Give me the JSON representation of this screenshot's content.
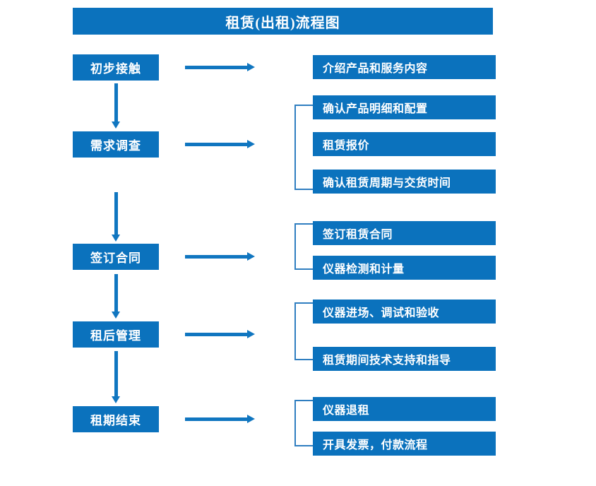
{
  "title": "租赁(出租)流程图",
  "colors": {
    "box_fill": "#0b72bd",
    "arrow": "#1076c0",
    "bracket": "#2f7ec0",
    "box_text": "#ffffff",
    "background": "#ffffff"
  },
  "stages": [
    {
      "label": "初步接触"
    },
    {
      "label": "需求调查"
    },
    {
      "label": "签订合同"
    },
    {
      "label": "租后管理"
    },
    {
      "label": "租期结束"
    }
  ],
  "details": [
    {
      "label": "介绍产品和服务内容"
    },
    {
      "label": "确认产品明细和配置"
    },
    {
      "label": "租赁报价"
    },
    {
      "label": "确认租赁周期与交货时间"
    },
    {
      "label": "签订租赁合同"
    },
    {
      "label": "仪器检测和计量"
    },
    {
      "label": "仪器进场、调试和验收"
    },
    {
      "label": "租赁期间技术支持和指导"
    },
    {
      "label": "仪器退租"
    },
    {
      "label": "开具发票，付款流程"
    }
  ],
  "groups": [
    {
      "stage": "初步接触",
      "details": [
        "介绍产品和服务内容"
      ],
      "bracket": false
    },
    {
      "stage": "需求调查",
      "details": [
        "确认产品明细和配置",
        "租赁报价",
        "确认租赁周期与交货时间"
      ],
      "bracket": true
    },
    {
      "stage": "签订合同",
      "details": [
        "签订租赁合同",
        "仪器检测和计量"
      ],
      "bracket": true
    },
    {
      "stage": "租后管理",
      "details": [
        "仪器进场、调试和验收",
        "租赁期间技术支持和指导"
      ],
      "bracket": true
    },
    {
      "stage": "租期结束",
      "details": [
        "仪器退租",
        "开具发票，付款流程"
      ],
      "bracket": true
    }
  ],
  "flow": {
    "vertical_arrow_count": 4,
    "horizontal_arrow_count": 5,
    "direction": "top-to-bottom"
  }
}
